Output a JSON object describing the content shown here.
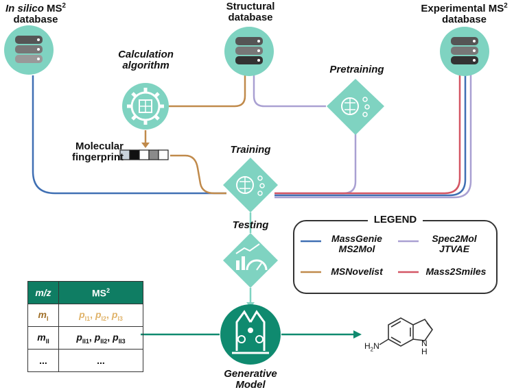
{
  "colors": {
    "teal_light": "#7fd3c1",
    "teal_dark": "#0f8a6f",
    "blue": "#3f6fb3",
    "brown": "#c08a4b",
    "purple": "#a9a0d2",
    "red": "#d35664",
    "table_header": "#0f7d63"
  },
  "nodes": {
    "insilico": {
      "line1_italic": "In silico",
      "line1_rest": " MS",
      "sup": "2",
      "line2": "database"
    },
    "structural": {
      "line1": "Structural",
      "line2": "database"
    },
    "experimental": {
      "line1": "Experimental MS",
      "sup": "2",
      "line2": "database"
    },
    "calc": {
      "line1": "Calculation",
      "line2": "algorithm"
    },
    "pretraining": "Pretraining",
    "fingerprint": {
      "line1": "Molecular",
      "line2": "fingerprint"
    },
    "training": "Training",
    "testing": "Testing",
    "generative": {
      "line1": "Generative",
      "line2": "Model"
    }
  },
  "legend": {
    "title": "LEGEND",
    "items": [
      {
        "lines": [
          "MassGenie",
          "MS2Mol"
        ],
        "color": "#3f6fb3"
      },
      {
        "lines": [
          "Spec2Mol",
          "JTVAE"
        ],
        "color": "#a9a0d2"
      },
      {
        "lines": [
          "MSNovelist"
        ],
        "color": "#c08a4b"
      },
      {
        "lines": [
          "Mass2Smiles"
        ],
        "color": "#d35664"
      }
    ]
  },
  "table": {
    "headers": [
      "m/z",
      "MS"
    ],
    "header_sup": "2",
    "rows": [
      {
        "m": "m",
        "m_sub": "I",
        "p": [
          "p",
          "I1",
          "p",
          "I2",
          "p",
          "I3"
        ]
      },
      {
        "m": "m",
        "m_sub": "II",
        "p": [
          "p",
          "II1",
          "p",
          "II2",
          "p",
          "II3"
        ]
      },
      {
        "m": "...",
        "m_sub": "",
        "p": [
          "..."
        ]
      }
    ]
  },
  "molecule": {
    "label": "H",
    "label_sub": "2",
    "label_rest": "N",
    "nh": "N",
    "nh_h": "H"
  }
}
